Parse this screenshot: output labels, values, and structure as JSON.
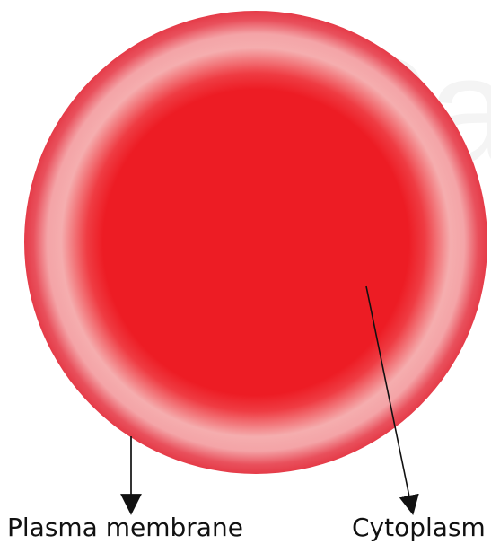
{
  "watermark": {
    "text": "Pa"
  },
  "labels": {
    "plasma_membrane": "Plasma membrane",
    "cytoplasm": "Cytoplasm"
  },
  "colors": {
    "cytoplasm": "#ed1c24",
    "membrane_edge": "#e53b48",
    "membrane_highlight": "#f6b7b8",
    "background": "#ffffff",
    "arrow": "#111111"
  }
}
